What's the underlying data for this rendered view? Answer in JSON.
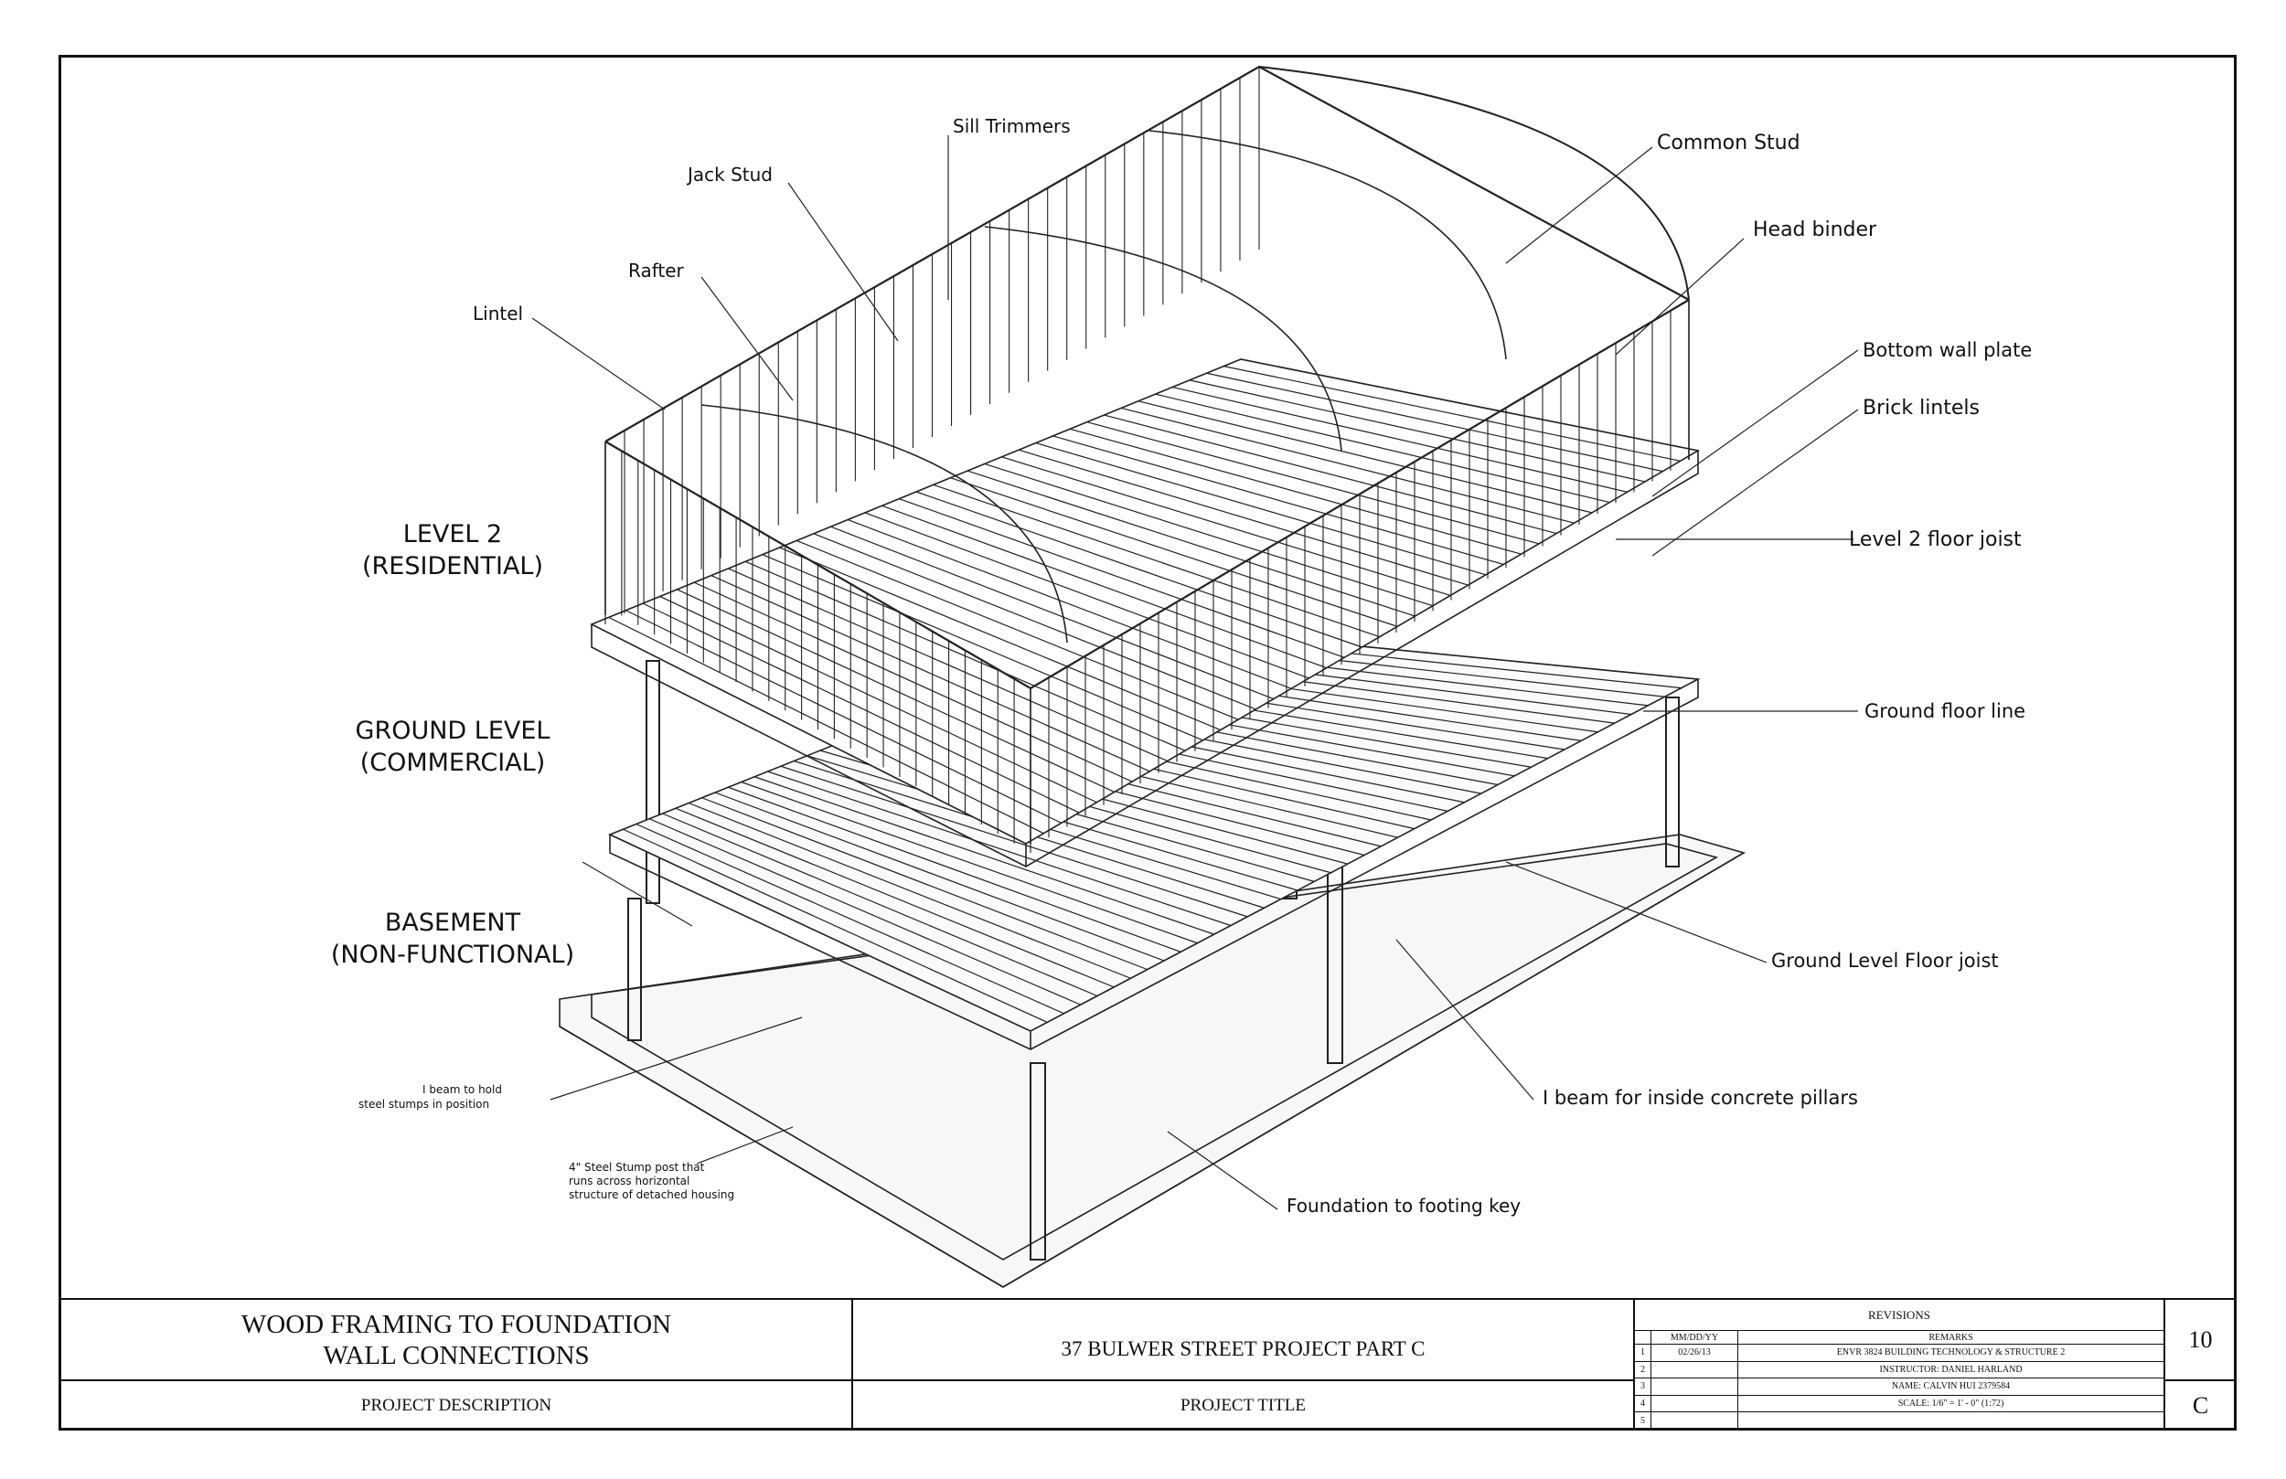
{
  "labels": {
    "sill_trimmers": "Sill Trimmers",
    "jack_stud": "Jack Stud",
    "rafter": "Rafter",
    "lintel": "Lintel",
    "common_stud": "Common Stud",
    "head_binder": "Head binder",
    "bottom_wall_plate": "Bottom wall plate",
    "brick_lintels": "Brick lintels",
    "level2_floor_joist": "Level 2 floor joist",
    "ground_floor_line": "Ground floor line",
    "ground_level_floor_joist": "Ground Level Floor joist",
    "ibeam_inside": "I beam for inside concrete pillars",
    "foundation_key": "Foundation to footing key",
    "ibeam_hold_1": "I beam to hold",
    "ibeam_hold_2": "steel stumps in position",
    "stump_1": "4\" Steel Stump post that",
    "stump_2": "runs across horizontal",
    "stump_3": "structure of detached housing"
  },
  "levels": {
    "level2_a": "LEVEL 2",
    "level2_b": "(RESIDENTIAL)",
    "ground_a": "GROUND LEVEL",
    "ground_b": "(COMMERCIAL)",
    "basement_a": "BASEMENT",
    "basement_b": "(NON-FUNCTIONAL)"
  },
  "title_block": {
    "description_line1": "WOOD FRAMING TO FOUNDATION",
    "description_line2": "WALL CONNECTIONS",
    "description_caption": "PROJECT DESCRIPTION",
    "project_title": "37 BULWER STREET PROJECT PART C",
    "project_caption": "PROJECT TITLE",
    "revisions_heading": "REVISIONS",
    "date_header": "MM/DD/YY",
    "remarks_header": "REMARKS",
    "rows": [
      {
        "n": "1",
        "date": "02/26/13",
        "remark": "ENVR 3824  BUILDING  TECHNOLOGY & STRUCTURE  2"
      },
      {
        "n": "2",
        "date": "",
        "remark": "INSTRUCTOR: DANIEL HARLAND"
      },
      {
        "n": "3",
        "date": "",
        "remark": "NAME: CALVIN HUI  2379584"
      },
      {
        "n": "4",
        "date": "",
        "remark": "SCALE:     1/6\" = 1' - 0\"   (1:72)"
      },
      {
        "n": "5",
        "date": "",
        "remark": ""
      }
    ],
    "sheet_number": "10",
    "sheet_letter": "C"
  }
}
